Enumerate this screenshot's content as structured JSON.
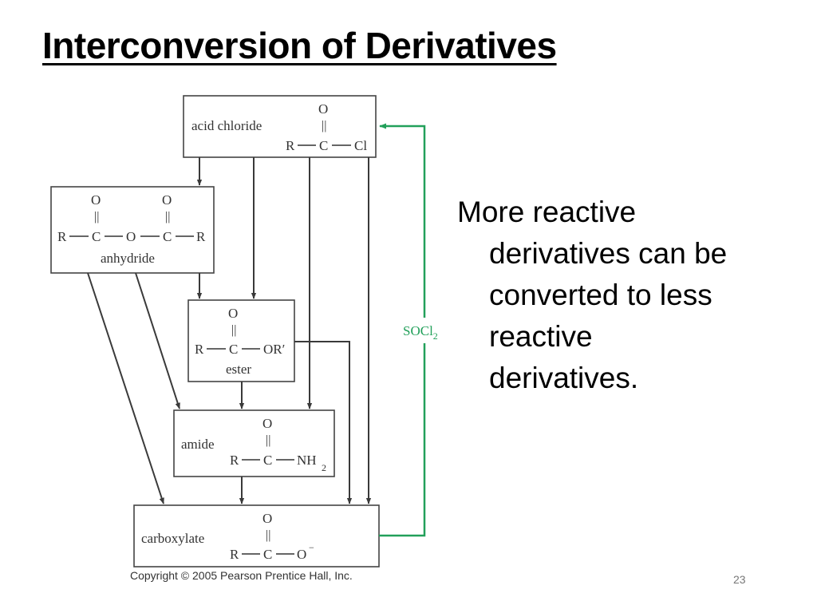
{
  "title": "Interconversion of Derivatives",
  "side_text": {
    "lines": [
      "More reactive",
      "derivatives can be",
      "converted to less",
      "reactive",
      "derivatives."
    ]
  },
  "diagram": {
    "reagent": "SOCl",
    "reagent_subscript": "2",
    "acid_chloride": {
      "name": "acid chloride",
      "oxygen": "O",
      "dbl": "||",
      "formula": [
        "R",
        "C",
        "Cl"
      ]
    },
    "anhydride": {
      "name": "anhydride",
      "oxygen": "O",
      "dbl": "||",
      "formula": [
        "R",
        "C",
        "O",
        "C",
        "R"
      ]
    },
    "ester": {
      "name": "ester",
      "oxygen": "O",
      "dbl": "||",
      "formula": [
        "R",
        "C",
        "OR′"
      ]
    },
    "amide": {
      "name": "amide",
      "oxygen": "O",
      "dbl": "||",
      "formula": [
        "R",
        "C",
        "NH"
      ],
      "subscript": "2"
    },
    "carboxylate": {
      "name": "carboxylate",
      "oxygen": "O",
      "dbl": "||",
      "formula": [
        "R",
        "C",
        "O"
      ],
      "superscript": "−"
    },
    "colors": {
      "green_arrow": "#22a05a",
      "box_stroke": "#444444",
      "arrow": "#3a3a3a"
    }
  },
  "copyright": "Copyright © 2005 Pearson Prentice Hall, Inc.",
  "slide_number": "23"
}
